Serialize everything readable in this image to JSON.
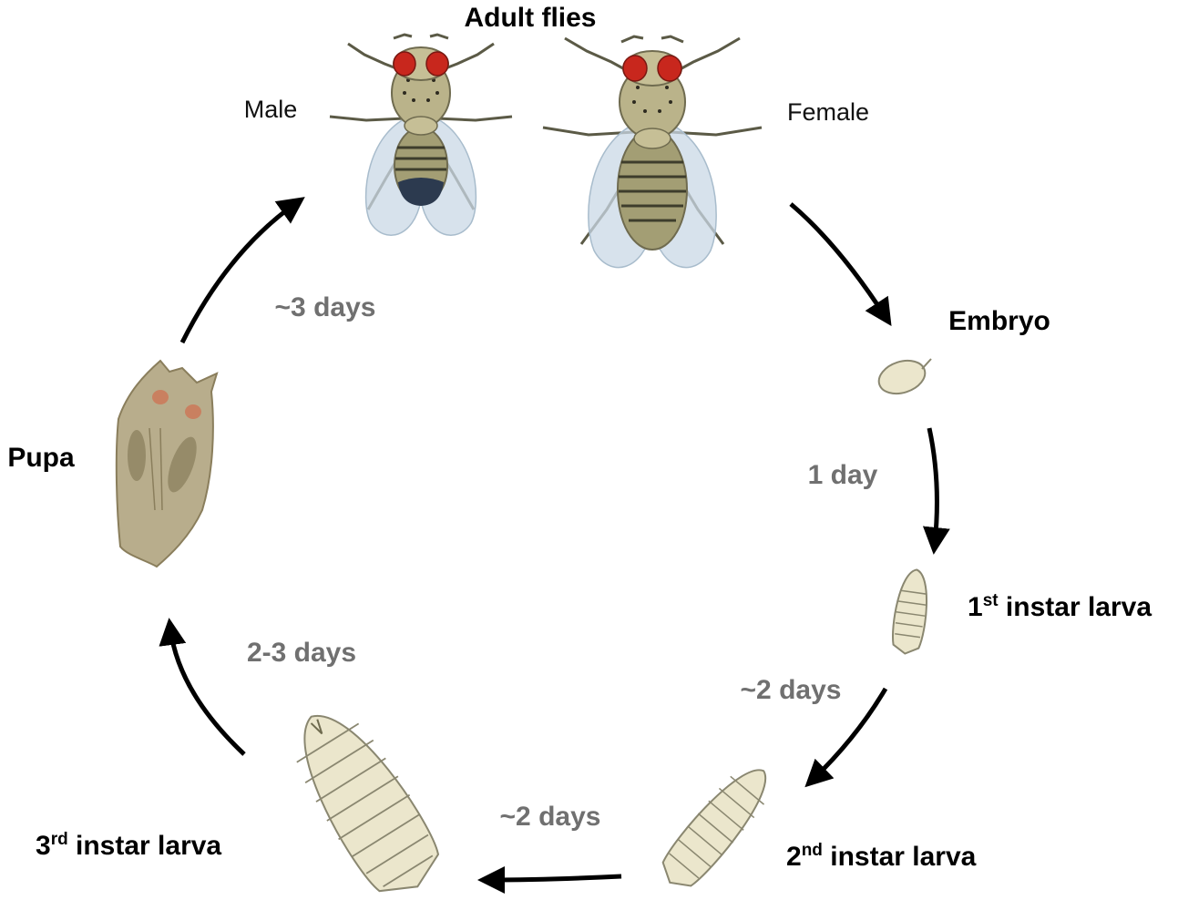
{
  "title": "Adult flies",
  "sexes": {
    "male": "Male",
    "female": "Female"
  },
  "stages": {
    "embryo": "Embryo",
    "first_larva": {
      "num": "1",
      "sup": "st",
      "text": " instar larva"
    },
    "second_larva": {
      "num": "2",
      "sup": "nd",
      "text": " instar larva"
    },
    "third_larva": {
      "num": "3",
      "sup": "rd",
      "text": " instar larva"
    },
    "pupa": "Pupa"
  },
  "durations": {
    "adult_to_embryo": "",
    "embryo_to_first": "1 day",
    "first_to_second": "~2 days",
    "second_to_third": "~2 days",
    "third_to_pupa": "2-3 days",
    "pupa_to_adult": "~3 days"
  },
  "colors": {
    "larva_fill": "#ebe6cc",
    "larva_stroke": "#8a8770",
    "pupa_fill": "#b8ad8c",
    "fly_body": "#bab38a",
    "fly_eye": "#c8271d",
    "wing": "#c9d8e6",
    "male_tip": "#2c3a4f",
    "arrow": "#000000",
    "duration_text": "#707070"
  }
}
